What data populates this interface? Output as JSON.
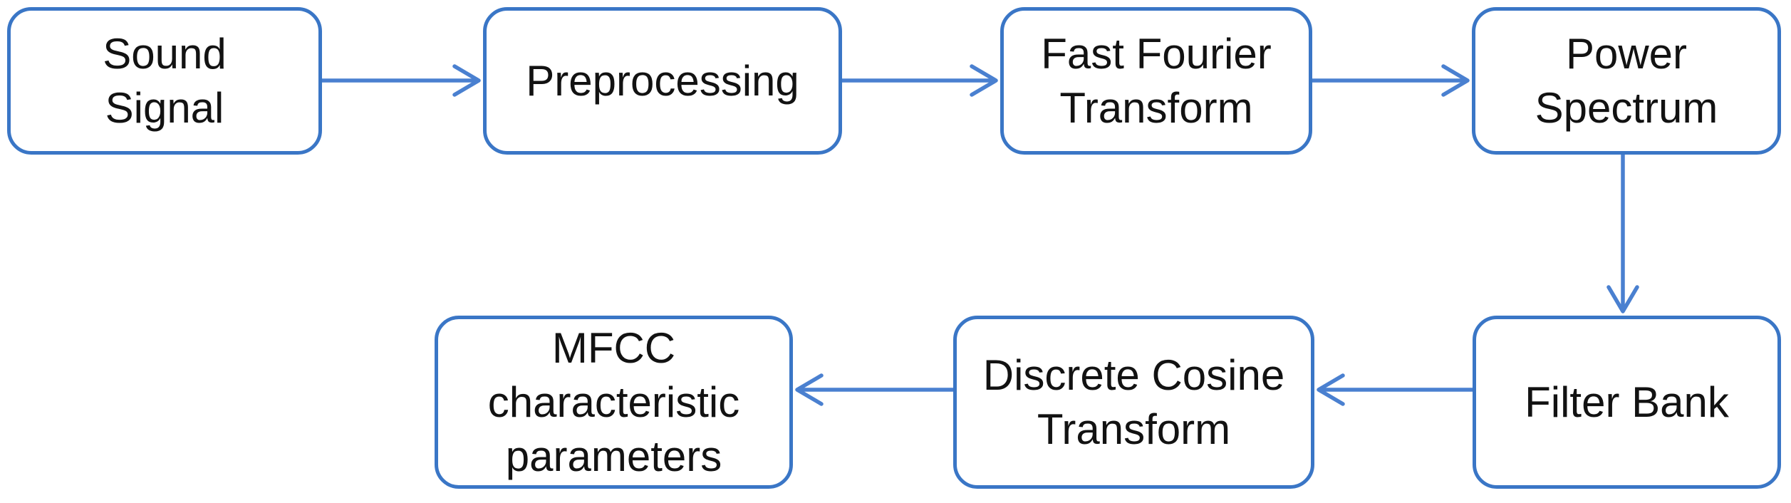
{
  "diagram": {
    "description": "MFCC extraction flowchart",
    "colors": {
      "box_border": "#3a76c6",
      "arrow": "#4a80d0",
      "text": "#121212",
      "background": "#ffffff"
    },
    "nodes": [
      {
        "id": "sound-signal",
        "lines": [
          "Sound",
          "Signal"
        ]
      },
      {
        "id": "preprocessing",
        "lines": [
          "Preprocessing"
        ]
      },
      {
        "id": "fast-fourier-transform",
        "lines": [
          "Fast Fourier",
          "Transform"
        ]
      },
      {
        "id": "power-spectrum",
        "lines": [
          "Power",
          "Spectrum"
        ]
      },
      {
        "id": "filter-bank",
        "lines": [
          "Filter Bank"
        ]
      },
      {
        "id": "discrete-cosine-transform",
        "lines": [
          "Discrete Cosine",
          "Transform"
        ]
      },
      {
        "id": "mfcc-characteristic-parameters",
        "lines": [
          "MFCC",
          "characteristic",
          "parameters"
        ]
      }
    ],
    "edges": [
      {
        "from": "sound-signal",
        "to": "preprocessing",
        "direction": "right"
      },
      {
        "from": "preprocessing",
        "to": "fast-fourier-transform",
        "direction": "right"
      },
      {
        "from": "fast-fourier-transform",
        "to": "power-spectrum",
        "direction": "right"
      },
      {
        "from": "power-spectrum",
        "to": "filter-bank",
        "direction": "down"
      },
      {
        "from": "filter-bank",
        "to": "discrete-cosine-transform",
        "direction": "left"
      },
      {
        "from": "discrete-cosine-transform",
        "to": "mfcc-characteristic-parameters",
        "direction": "left"
      }
    ]
  }
}
